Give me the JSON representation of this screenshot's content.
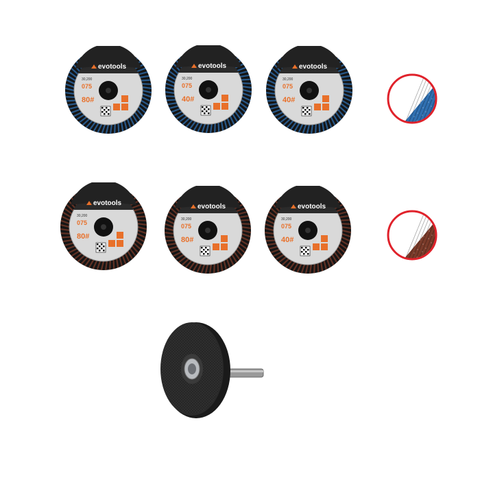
{
  "brand": "evotools",
  "colors": {
    "accent": "#e8702a",
    "zirconia": "#2f6fb0",
    "aluminium_oxide": "#7a3b2a",
    "zoom_ring": "#e0222b",
    "label_bg": "#d9d9d9"
  },
  "rows": [
    {
      "grain": "zirconia",
      "discs": [
        {
          "size": "075",
          "grit": "80#",
          "speed": "30,200"
        },
        {
          "size": "075",
          "grit": "40#",
          "speed": "30,200"
        },
        {
          "size": "075",
          "grit": "40#",
          "speed": "30,200"
        }
      ],
      "zoom_icon": "zirconia-texture-icon"
    },
    {
      "grain": "aluminium_oxide",
      "discs": [
        {
          "size": "075",
          "grit": "80#",
          "speed": "30,200"
        },
        {
          "size": "075",
          "grit": "80#",
          "speed": "30,200"
        },
        {
          "size": "075",
          "grit": "40#",
          "speed": "30,200"
        }
      ],
      "zoom_icon": "aluminium-oxide-texture-icon"
    }
  ],
  "holder": {
    "icon": "backing-pad-with-shank-icon"
  }
}
